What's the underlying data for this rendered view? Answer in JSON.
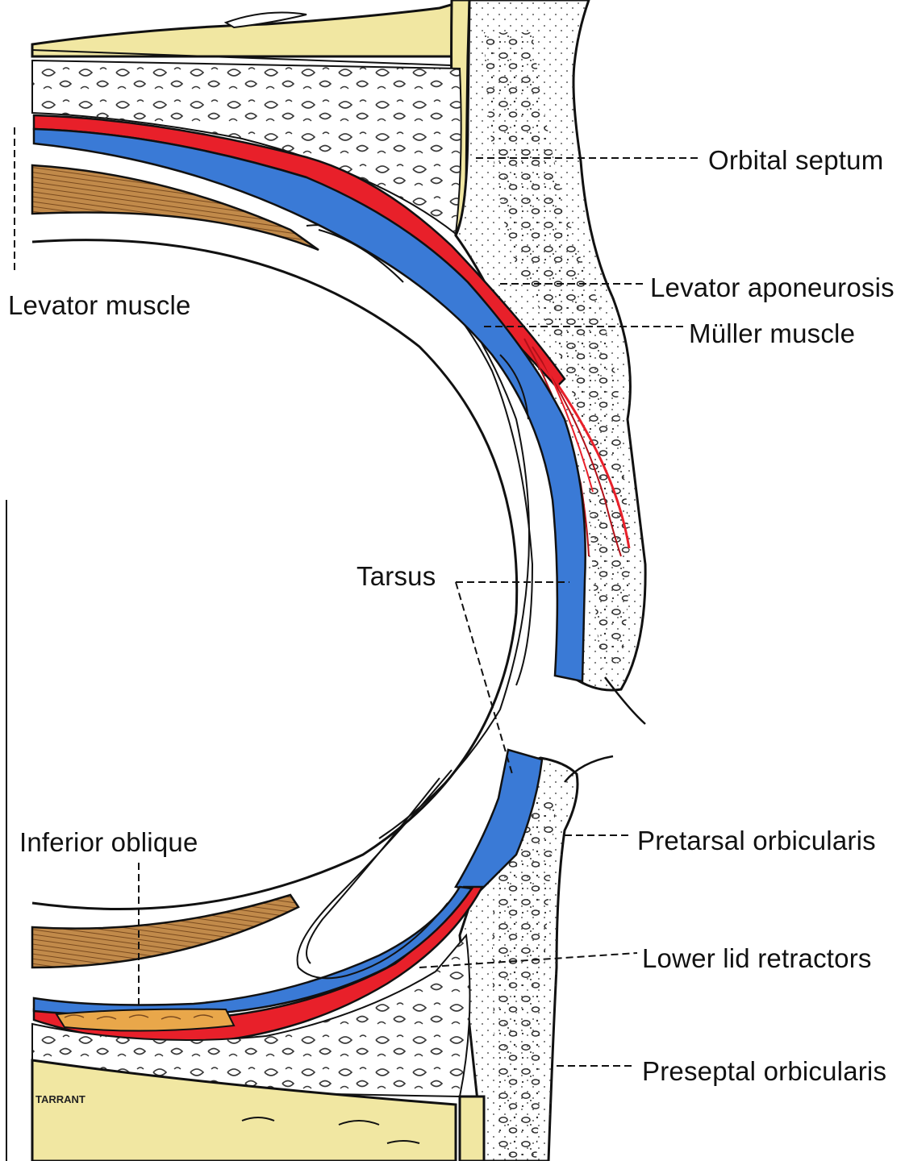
{
  "labels": {
    "orbital_septum": "Orbital septum",
    "levator_aponeurosis": "Levator aponeurosis",
    "muller_muscle": "Müller muscle",
    "levator_muscle": "Levator muscle",
    "tarsus": "Tarsus",
    "inferior_oblique": "Inferior oblique",
    "pretarsal_orbicularis": "Pretarsal orbicularis",
    "lower_lid_retractors": "Lower lid retractors",
    "preseptal_orbicularis": "Preseptal orbicularis"
  },
  "signature": "TARRANT",
  "colors": {
    "bone": "#f1e7a2",
    "red_layer": "#e8202a",
    "blue_layer": "#3a7ad6",
    "muscle_brown": "#c18a4a",
    "fat_orange": "#e9a74a",
    "fat_dots": "#ffffff",
    "ink": "#111111"
  }
}
